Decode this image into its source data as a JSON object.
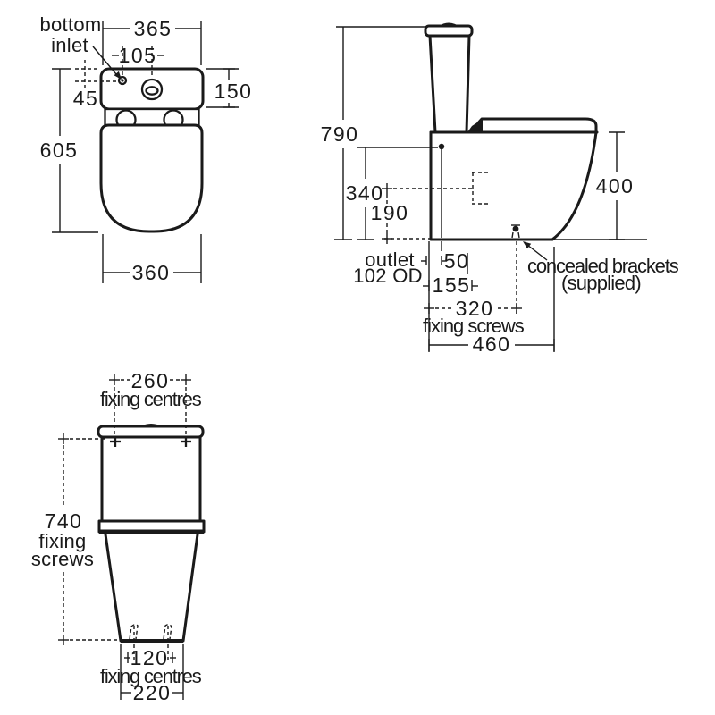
{
  "colors": {
    "line": "#1a1a1a",
    "background": "#ffffff"
  },
  "labels": {
    "bottom_inlet_1": "bottom",
    "bottom_inlet_2": "inlet",
    "plan_width": "365",
    "plan_inlet_offset": "105",
    "plan_inlet_depth": "45",
    "plan_cistern_depth": "150",
    "plan_length": "605",
    "plan_bowl_width": "360",
    "side_height": "790",
    "side_inlet_height": "340",
    "side_outlet_height": "190",
    "side_seat_height": "400",
    "side_outlet_word": "outlet",
    "side_outlet_size": "102 OD",
    "side_back_to_pipe": "50",
    "side_back_to_outlet": "155",
    "side_fixing_screw_dist": "320",
    "side_fixing_screws_label": "fixing screws",
    "side_depth": "460",
    "side_brackets_1": "concealed brackets",
    "side_brackets_2": "(supplied)",
    "front_fixing_centres_width": "260",
    "front_fixing_centres_label_top": "fixing centres",
    "front_fixing_height": "740",
    "front_fixing_word": "fixing",
    "front_screws_word": "screws",
    "front_base_centres": "120",
    "front_fixing_centres_label_bottom": "fixing centres",
    "front_base_width": "220"
  }
}
